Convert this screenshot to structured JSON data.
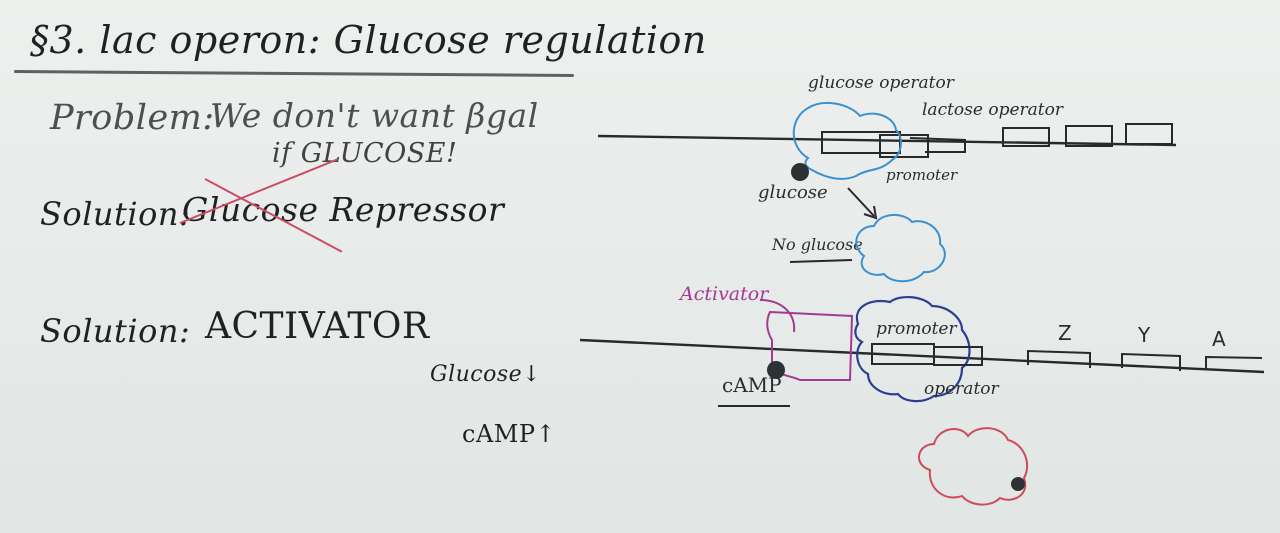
{
  "board": {
    "title": "§3. lac operon: Glucose regulation",
    "problem_label": "Problem:",
    "problem_text_1": "We don't want βgal",
    "problem_text_2": "if GLUCOSE!",
    "solution1_label": "Solution:",
    "solution1_text": "Glucose Repressor",
    "solution2_label": "Solution:",
    "solution2_text": "ACTIVATOR",
    "glucose_down": "Glucose↓",
    "camp_up": "cAMP↑"
  },
  "diagram_top": {
    "glucose_operator": "glucose operator",
    "lactose_operator": "lactose operator",
    "promoter": "promoter",
    "glucose": "glucose",
    "no_glucose": "No glucose"
  },
  "diagram_bottom": {
    "activator": "Activator",
    "promoter": "promoter",
    "operator": "operator",
    "camp": "cAMP",
    "gene_z": "Z",
    "gene_y": "Y",
    "gene_a": "A"
  },
  "colors": {
    "ink": "#1f2224",
    "blue_marker": "#3c90cf",
    "purple_marker": "#a43b93",
    "navy_marker": "#2b3f92",
    "red_marker": "#d04a5c"
  }
}
